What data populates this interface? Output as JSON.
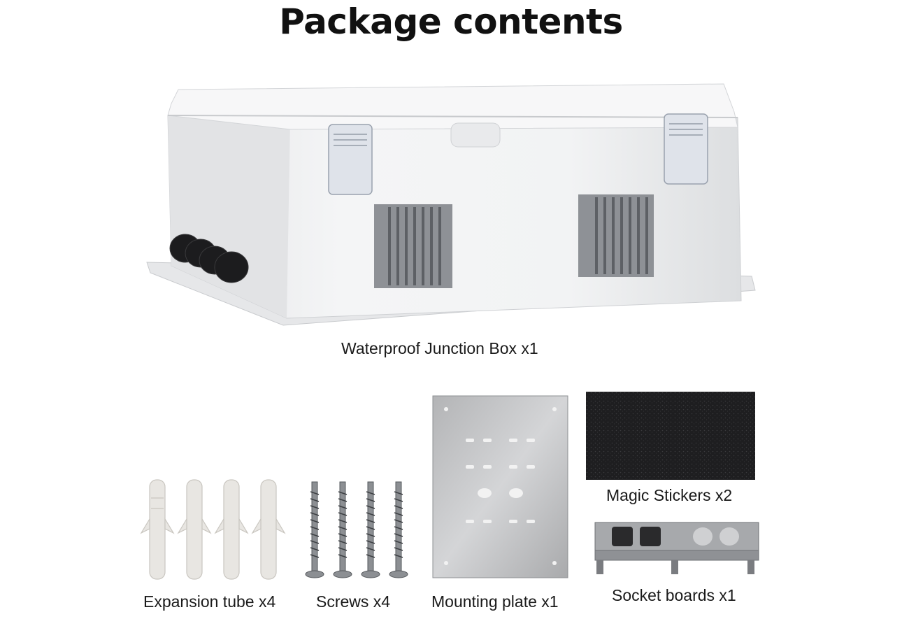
{
  "page": {
    "title": "Package contents"
  },
  "items": [
    {
      "label": "Waterproof Junction Box x1",
      "icon": "junction-box-image"
    },
    {
      "label": "Expansion tube x4",
      "icon": "expansion-tube-image"
    },
    {
      "label": "Screws x4",
      "icon": "screw-image"
    },
    {
      "label": "Mounting plate x1",
      "icon": "mounting-plate-image"
    },
    {
      "label": "Magic Stickers x2",
      "icon": "magic-sticker-image"
    },
    {
      "label": "Socket boards x1",
      "icon": "socket-board-image"
    }
  ]
}
